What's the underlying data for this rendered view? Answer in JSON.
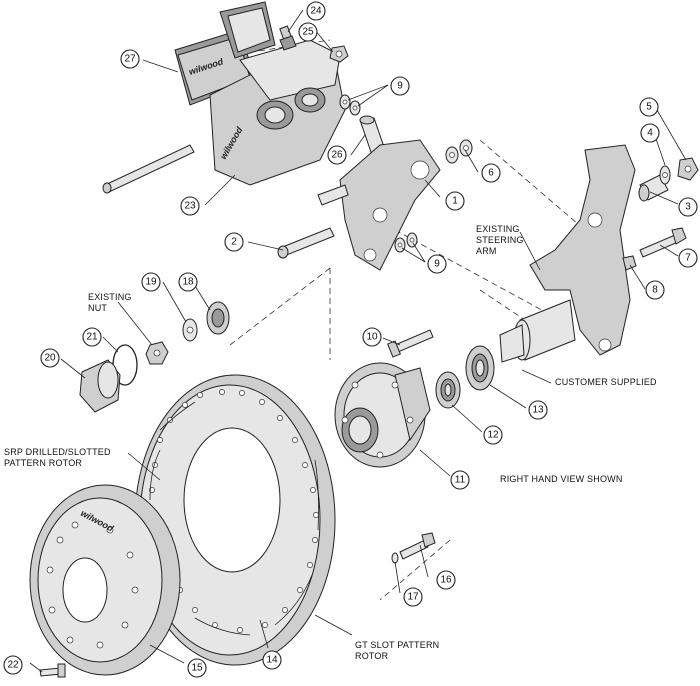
{
  "callouts": [
    "1",
    "2",
    "3",
    "4",
    "5",
    "6",
    "7",
    "8",
    "9",
    "9",
    "10",
    "11",
    "12",
    "13",
    "14",
    "15",
    "16",
    "17",
    "18",
    "19",
    "20",
    "21",
    "22",
    "23",
    "24",
    "25",
    "26",
    "27"
  ],
  "labels": {
    "existing_nut": [
      "EXISTING",
      "NUT"
    ],
    "existing_steering_arm": [
      "EXISTING",
      "STEERING",
      "ARM"
    ],
    "customer_supplied": "CUSTOMER SUPPLIED",
    "right_hand_view": "RIGHT HAND VIEW SHOWN",
    "srp_rotor": [
      "SRP DRILLED/SLOTTED",
      "PATTERN ROTOR"
    ],
    "gt_slot_rotor": [
      "GT SLOT PATTERN",
      "ROTOR"
    ]
  },
  "brand_marks": [
    "wilwood",
    "wilwood",
    "wilwood"
  ]
}
